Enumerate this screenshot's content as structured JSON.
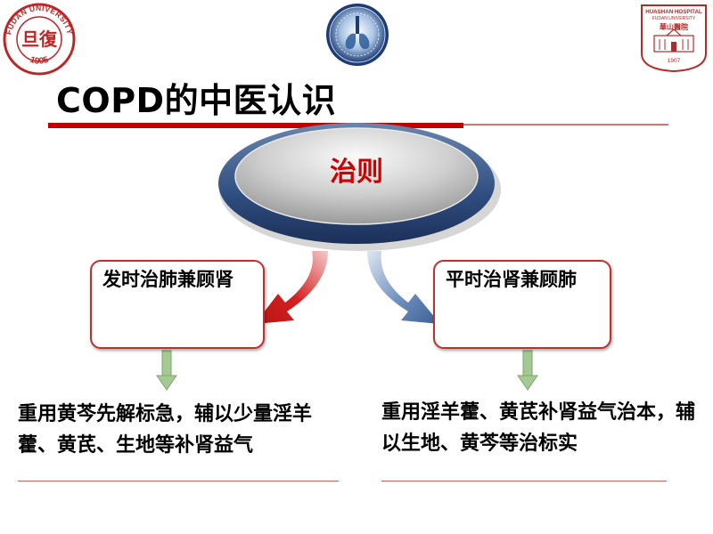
{
  "header": {
    "logo_left": {
      "alt": "fudan-university-seal",
      "text_top": "FUDAN UNIVERSITY",
      "year": "1905",
      "glyph": "旦復"
    },
    "logo_center": {
      "alt": "respiratory-emblem"
    },
    "logo_right": {
      "alt": "huashan-hospital-seal",
      "text_top": "HUASHAN HOSPITAL",
      "text_sub": "FUDAN UNIVERSITY",
      "name_cn": "華山醫院",
      "year": "1907"
    }
  },
  "title": "COPD的中医认识",
  "center": {
    "label": "治则"
  },
  "left_branch": {
    "box_label": "发时治肺兼顾肾",
    "detail": "重用黄芩先解标急，辅以少量淫羊藿、黄芪、生地等补肾益气"
  },
  "right_branch": {
    "box_label": "平时治肾兼顾肺",
    "detail": "重用淫羊藿、黄芪补肾益气治本，辅以生地、黄芩等治标实"
  },
  "colors": {
    "accent_red": "#c00000",
    "arrow_red": "#d42020",
    "arrow_blue": "#3a5f94",
    "arrow_green": "#9dc08b",
    "oval_gray": "#c8c8c8",
    "oval_rim": "#3d5a88"
  }
}
